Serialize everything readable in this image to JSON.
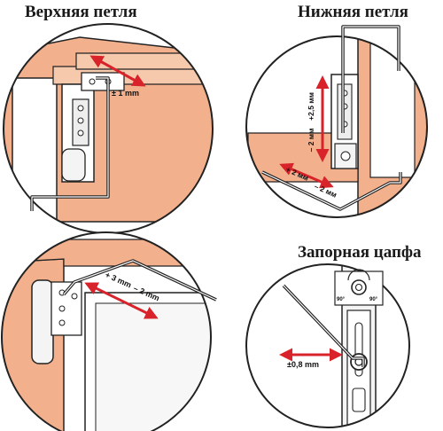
{
  "titles": {
    "top_hinge": "Верхняя петля",
    "bottom_hinge": "Нижняя петля",
    "lock_pin": "Запорная цапфа"
  },
  "labels": {
    "top_hinge_adjust": "± 1 mm",
    "bottom_vertical_plus": "+2,5 мм",
    "bottom_vertical_minus": "– 2 мм",
    "bottom_horizontal_plus": "+ 2 мм",
    "bottom_horizontal_minus": "– 2 мм",
    "lower_left_plus": "+ 3 mm",
    "lower_left_minus": "– 2 mm",
    "lock_adjust": "±0,8 mm",
    "angle_left": "90°",
    "angle_right": "90°"
  },
  "colors": {
    "accent_arrow": "#d8232a",
    "frame_wood": "#f2b08d",
    "outline": "#222222"
  }
}
